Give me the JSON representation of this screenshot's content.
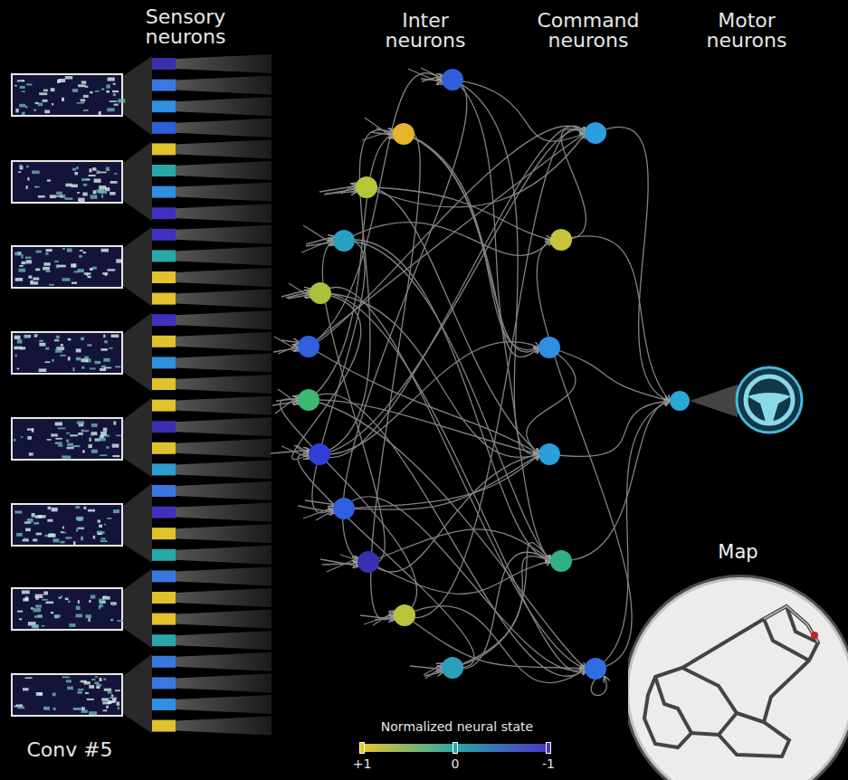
{
  "diagram": {
    "nodes": [
      {
        "text": [
          "Map"
        ]
      }
    ],
    "labels": [
      "Sensory neurons",
      "Inter neurons",
      "Command neurons",
      "Motor neurons",
      "Normalized neural state",
      "Conv #5"
    ],
    "legend": [
      {
        "text": "+1",
        "color": "#e6c62c"
      },
      {
        "text": "0",
        "color": "#2ba6a6"
      },
      {
        "text": "-1",
        "color": "#4a34c8"
      }
    ]
  }
}
